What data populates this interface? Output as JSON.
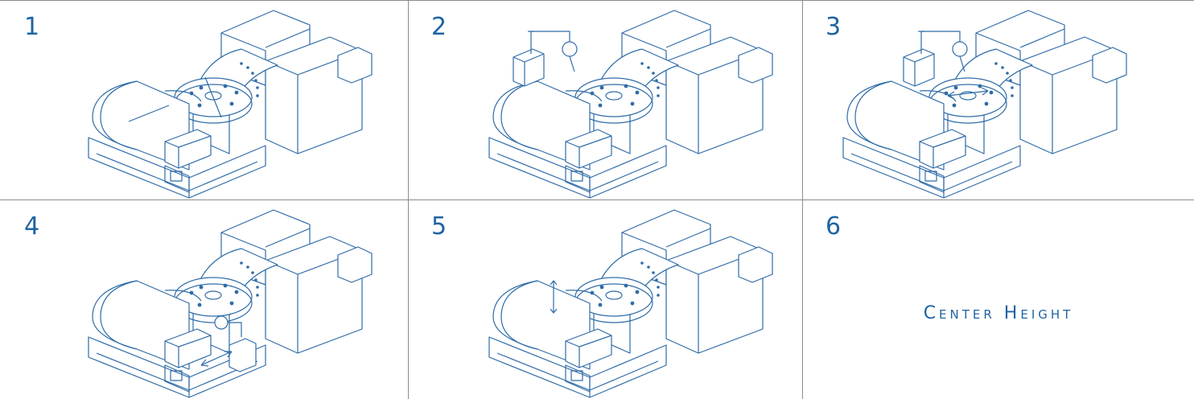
{
  "steps": [
    {
      "number": "1"
    },
    {
      "number": "2"
    },
    {
      "number": "3"
    },
    {
      "number": "4"
    },
    {
      "number": "5"
    },
    {
      "number": "6",
      "caption": "Center Height"
    }
  ],
  "colors": {
    "accent": "#1f64a3",
    "line": "#2f6ca8",
    "divider": "#8c8c8c"
  },
  "icons": {
    "machine": "rotary-table-illustration",
    "indicator": "dial-indicator-icon",
    "arrow": "double-arrow-icon"
  }
}
